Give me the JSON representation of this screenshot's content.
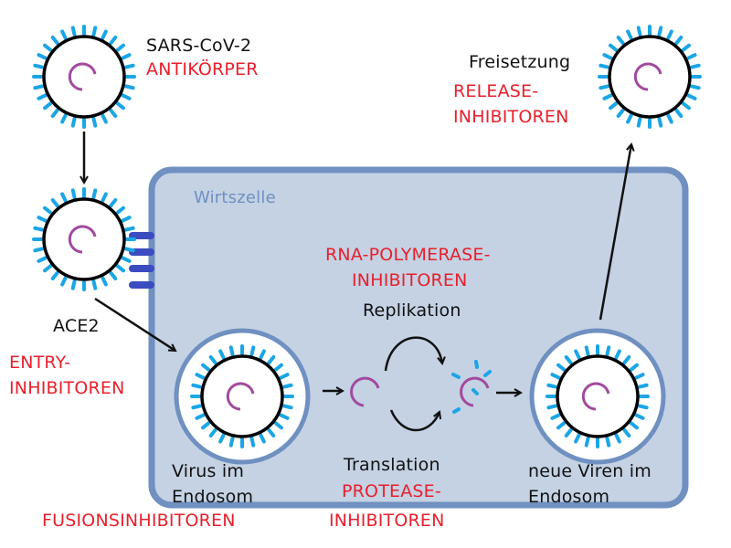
{
  "title": "SARS-CoV-2 Replikationszyklus und Wirkstoffklassen",
  "colors": {
    "cell_fill": "#c4d2e4",
    "cell_border": "#6f90c0",
    "spike": "#1aa6e6",
    "rna": "#a24a9e",
    "ace2": "#3b4cc0",
    "inhibitor_text": "#e8202c",
    "arrow": "#111111"
  },
  "labels": {
    "virus": "SARS-CoV-2",
    "antibody": "ANTIKÖRPER",
    "ace2": "ACE2",
    "entry_line1": "ENTRY-",
    "entry_line2": "INHIBITOREN",
    "host_cell": "Wirtszelle",
    "virus_endosome_line1": "Virus im",
    "virus_endosome_line2": "Endosom",
    "fusion": "FUSIONSINHIBITOREN",
    "rna_pol_line1": "RNA-POLYMERASE-",
    "rna_pol_line2": "INHIBITOREN",
    "replication": "Replikation",
    "translation": "Translation",
    "protease_line1": "PROTEASE-",
    "protease_line2": "INHIBITOREN",
    "new_viruses_line1": "neue Viren im",
    "new_viruses_line2": "Endosom",
    "release": "Freisetzung",
    "release_inh_line1": "RELEASE-",
    "release_inh_line2": "INHIBITOREN"
  }
}
